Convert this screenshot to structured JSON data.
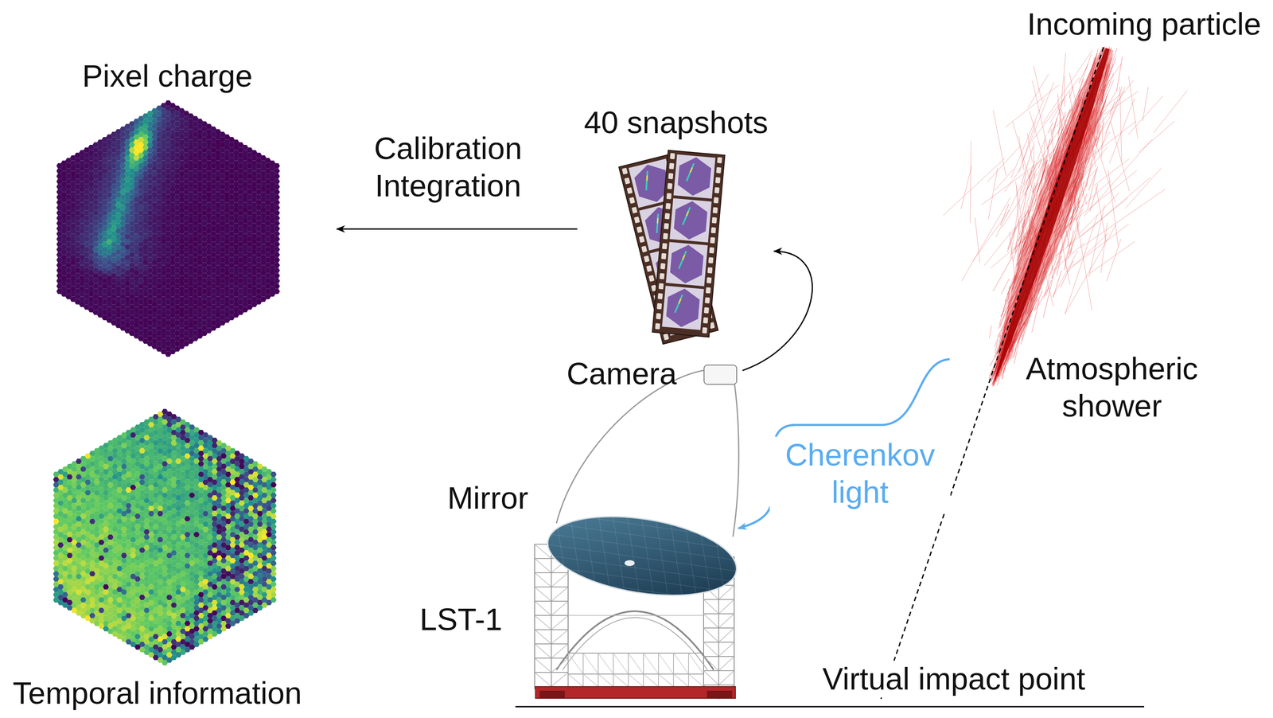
{
  "diagram": {
    "nodes": [
      {
        "text": [
          "Pixel charge"
        ]
      },
      {
        "text": [
          "Temporal information"
        ]
      },
      {
        "text": [
          "40 snapshots"
        ]
      },
      {
        "text": [
          "Camera"
        ]
      },
      {
        "text": [
          "Mirror"
        ]
      },
      {
        "text": [
          "Atmospheric shower"
        ]
      }
    ],
    "edges": [
      {
        "from": 2,
        "to": 0,
        "arrow": "to",
        "label": "Calibration Integration"
      },
      {
        "from": 3,
        "to": 2,
        "arrow": "to"
      },
      {
        "from": 5,
        "to": 4,
        "arrow": "to",
        "label": "Cherenkov light"
      }
    ],
    "labels": [
      "Incoming particle",
      "LST-1",
      "Virtual impact point"
    ]
  }
}
